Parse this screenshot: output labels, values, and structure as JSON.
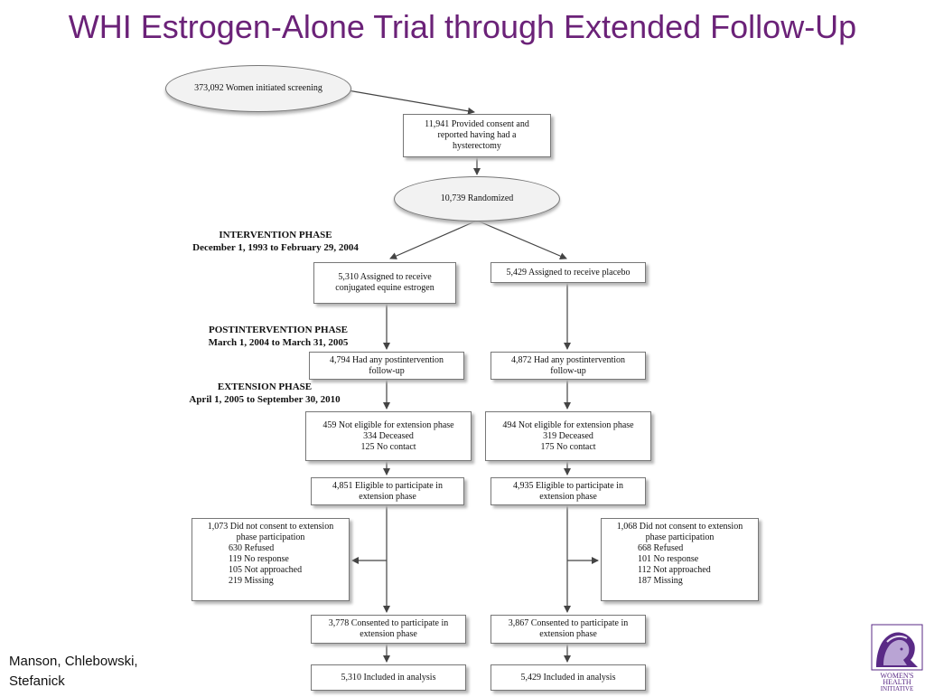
{
  "title": "WHI Estrogen-Alone Trial through Extended Follow-Up",
  "screening": "373,092 Women initiated screening",
  "consent": "11,941 Provided consent and\nreported having had a\nhysterectomy",
  "randomized": "10,739 Randomized",
  "phases": {
    "intervention": {
      "name": "INTERVENTION PHASE",
      "dates": "December 1, 1993 to February 29, 2004"
    },
    "postintervention": {
      "name": "POSTINTERVENTION PHASE",
      "dates": "March 1, 2004 to March 31, 2005"
    },
    "extension": {
      "name": "EXTENSION PHASE",
      "dates": "April 1, 2005 to September 30, 2010"
    }
  },
  "estrogen_arm": {
    "assigned": "5,310 Assigned to receive\nconjugated equine estrogen",
    "followup": "4,794 Had any postintervention\nfollow-up",
    "not_eligible": "459 Not eligible for extension phase\n334 Deceased\n125 No contact",
    "eligible": "4,851 Eligible to participate in\nextension phase",
    "no_consent": {
      "head": "1,073 Did not consent to extension\nphase participation",
      "items": [
        "630 Refused",
        "119 No response",
        "105 Not approached",
        "219 Missing"
      ]
    },
    "consented": "3,778 Consented to participate in\nextension phase",
    "analysis": "5,310 Included in analysis"
  },
  "placebo_arm": {
    "assigned": "5,429 Assigned to receive placebo",
    "followup": "4,872 Had any postintervention\nfollow-up",
    "not_eligible": "494 Not eligible for extension phase\n319 Deceased\n175 No contact",
    "eligible": "4,935 Eligible to participate in\nextension phase",
    "no_consent": {
      "head": "1,068 Did not consent to extension\nphase participation",
      "items": [
        "668 Refused",
        "101 No response",
        "112 Not approached",
        "187 Missing"
      ]
    },
    "consented": "3,867 Consented to participate in\nextension phase",
    "analysis": "5,429 Included in analysis"
  },
  "credit": "Manson, Chlebowski,\nStefanick",
  "logo": {
    "icon": "womens-health-initiative-logo",
    "text": "WOMEN'S HEALTH INITIATIVE"
  },
  "colors": {
    "title": "#6b2278",
    "logo": "#5a2a86"
  }
}
